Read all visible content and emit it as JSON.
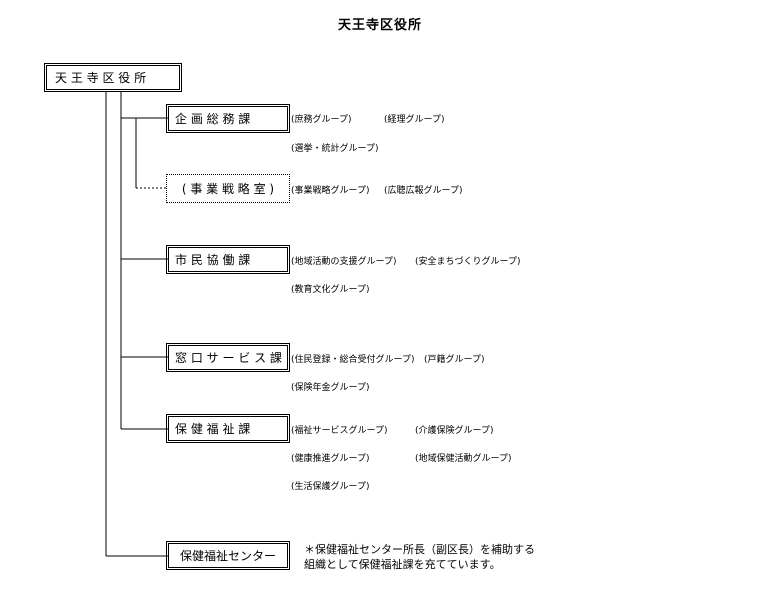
{
  "title": "天王寺区役所",
  "root": {
    "label": "天 王 寺 区 役 所"
  },
  "departments": [
    {
      "label": "企 画 総 務 課",
      "groups": [
        "(庶務グループ)",
        "(経理グループ)",
        "(選挙・統計グループ)"
      ]
    },
    {
      "label": "( 事 業 戦 略 室 )",
      "groups": [
        "(事業戦略グループ)",
        "(広聴広報グループ)"
      ]
    },
    {
      "label": "市 民 協 働 課",
      "groups": [
        "(地域活動の支援グループ)",
        "(安全まちづくりグループ)",
        "(教育文化グループ)"
      ]
    },
    {
      "label": "窓 口 サ ー ビ ス 課",
      "groups": [
        "(住民登録・総合受付グループ)",
        "(戸籍グループ)",
        "(保険年金グループ)"
      ]
    },
    {
      "label": "保 健 福 祉 課",
      "groups": [
        "(福祉サービスグループ)",
        "(介護保険グループ)",
        "(健康推進グループ)",
        "(地域保健活動グループ)",
        "(生活保護グループ)"
      ]
    }
  ],
  "center": {
    "label": "保健福祉センター"
  },
  "note": "＊保健福祉センター所長（副区長）を補助する組織として保健福祉課を充てています。"
}
